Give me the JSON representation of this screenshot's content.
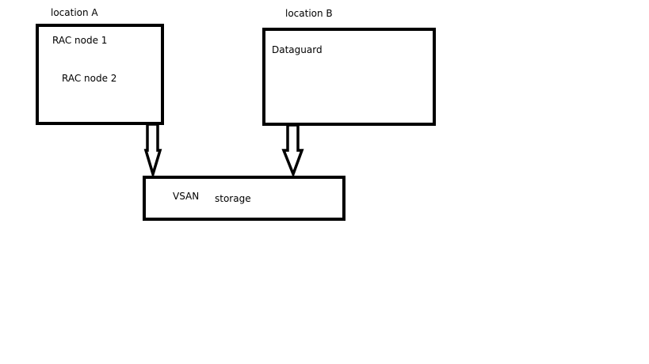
{
  "location_a": {
    "label": "location A",
    "items": [
      "RAC node 1",
      "RAC node 2"
    ]
  },
  "location_b": {
    "label": "location B",
    "items": [
      "Dataguard"
    ]
  },
  "storage": {
    "labels": [
      "VSAN",
      "storage"
    ]
  }
}
